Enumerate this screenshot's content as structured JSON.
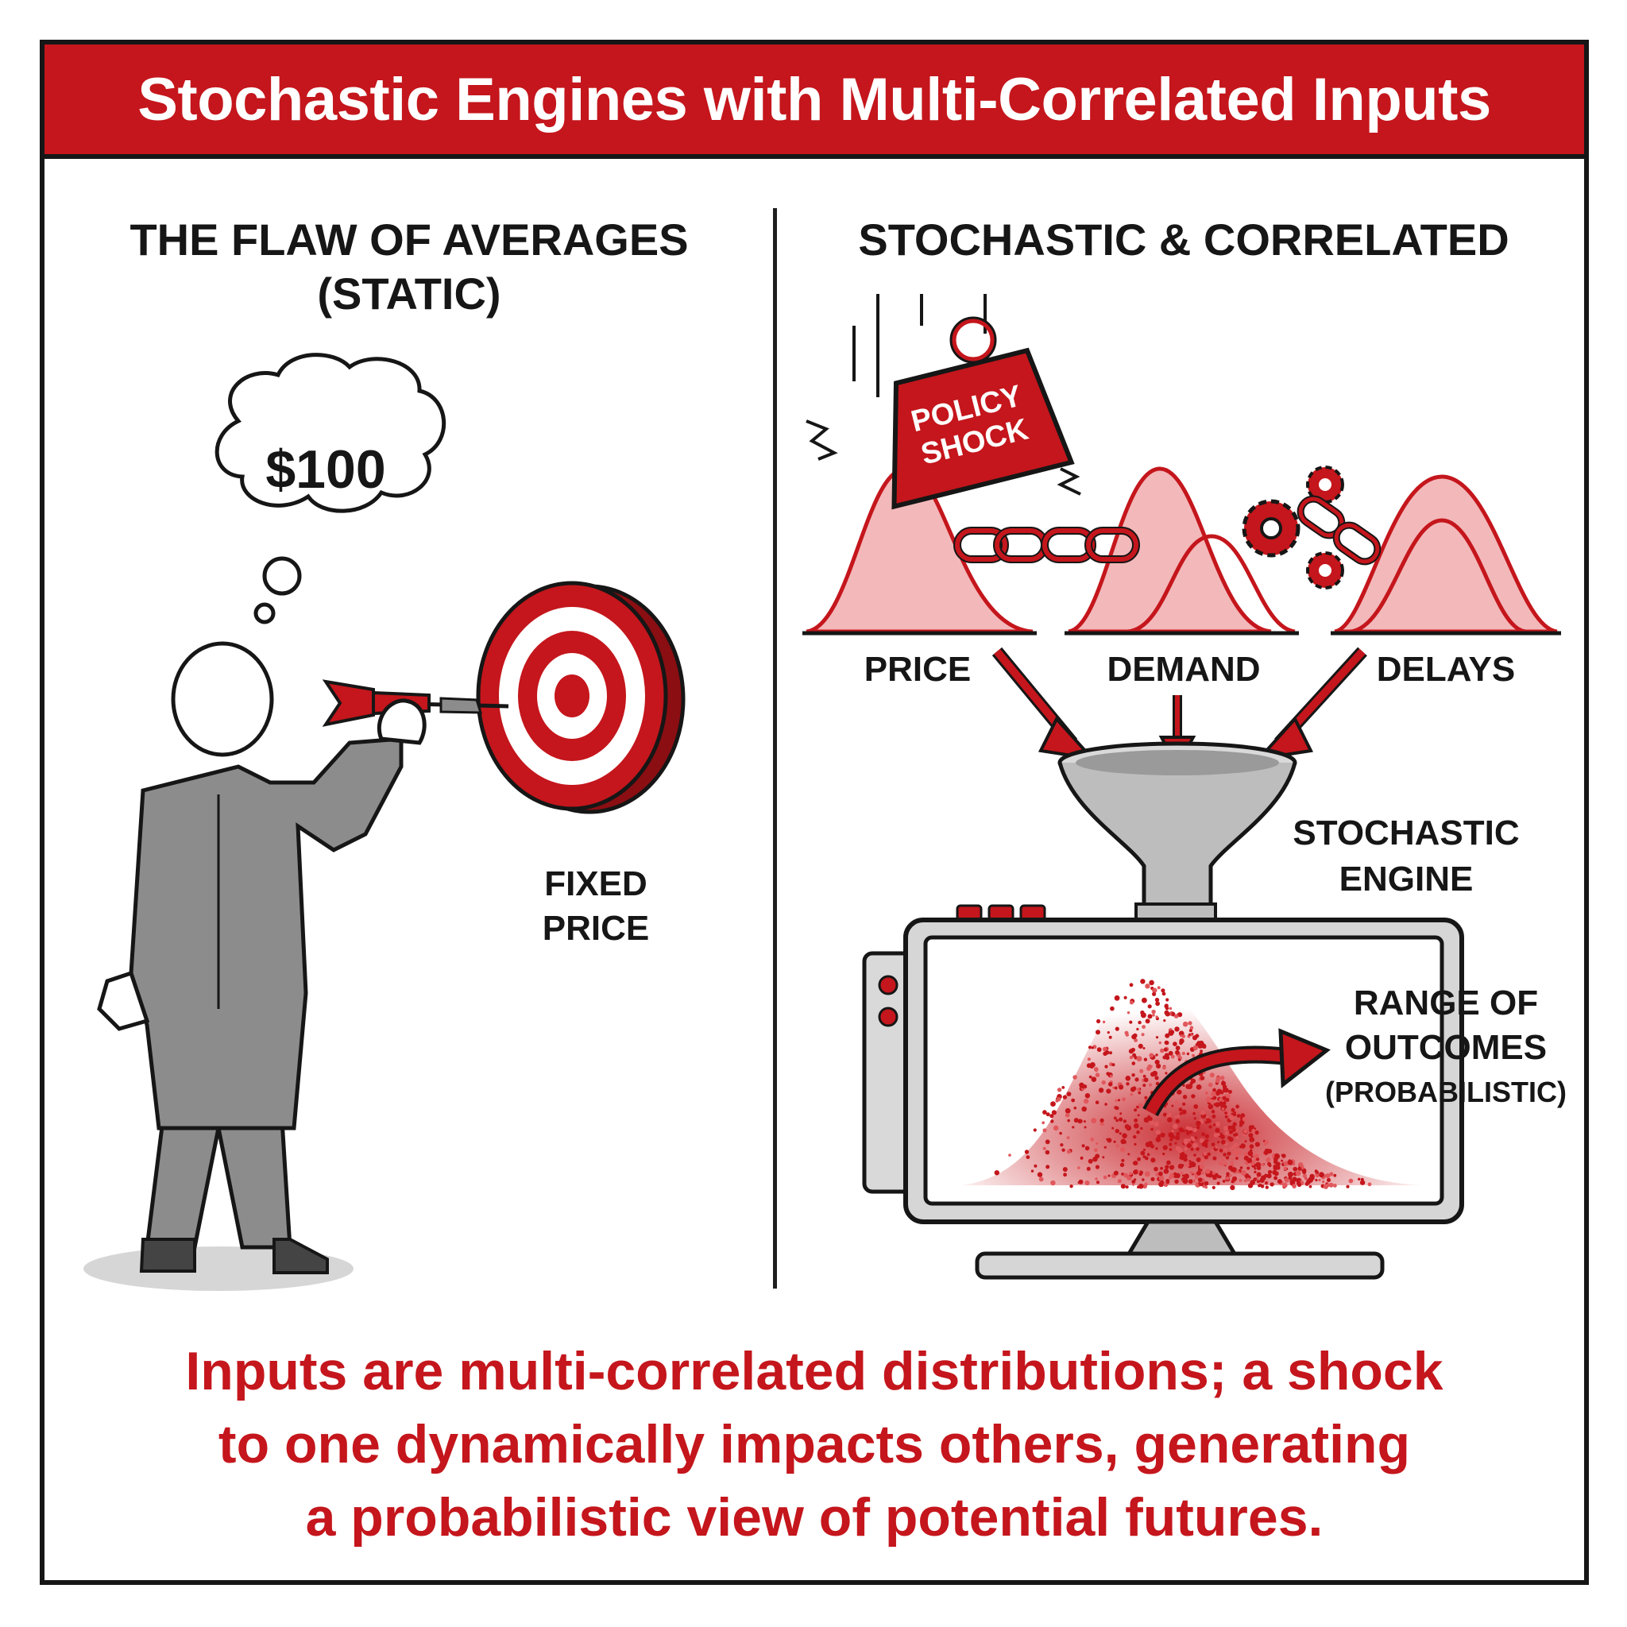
{
  "title": "Stochastic Engines with Multi-Correlated Inputs",
  "left_panel": {
    "heading_line1": "THE FLAW OF AVERAGES",
    "heading_line2": "(STATIC)",
    "thought_value": "$100",
    "target_label_line1": "FIXED",
    "target_label_line2": "PRICE"
  },
  "right_panel": {
    "heading": "STOCHASTIC & CORRELATED",
    "weight_label_line1": "POLICY",
    "weight_label_line2": "SHOCK",
    "inputs": [
      "PRICE",
      "DEMAND",
      "DELAYS"
    ],
    "engine_label_line1": "STOCHASTIC",
    "engine_label_line2": "ENGINE",
    "output_label_line1": "RANGE OF",
    "output_label_line2": "OUTCOMES",
    "output_label_line3": "(PROBABILISTIC)"
  },
  "footer": {
    "line1": "Inputs are multi-correlated distributions; a shock",
    "line2": "to one dynamically impacts others, generating",
    "line3": "a probabilistic view of potential futures."
  },
  "colors": {
    "accent": "#c4161c",
    "ink": "#161616",
    "grey": "#8c8c8c"
  }
}
